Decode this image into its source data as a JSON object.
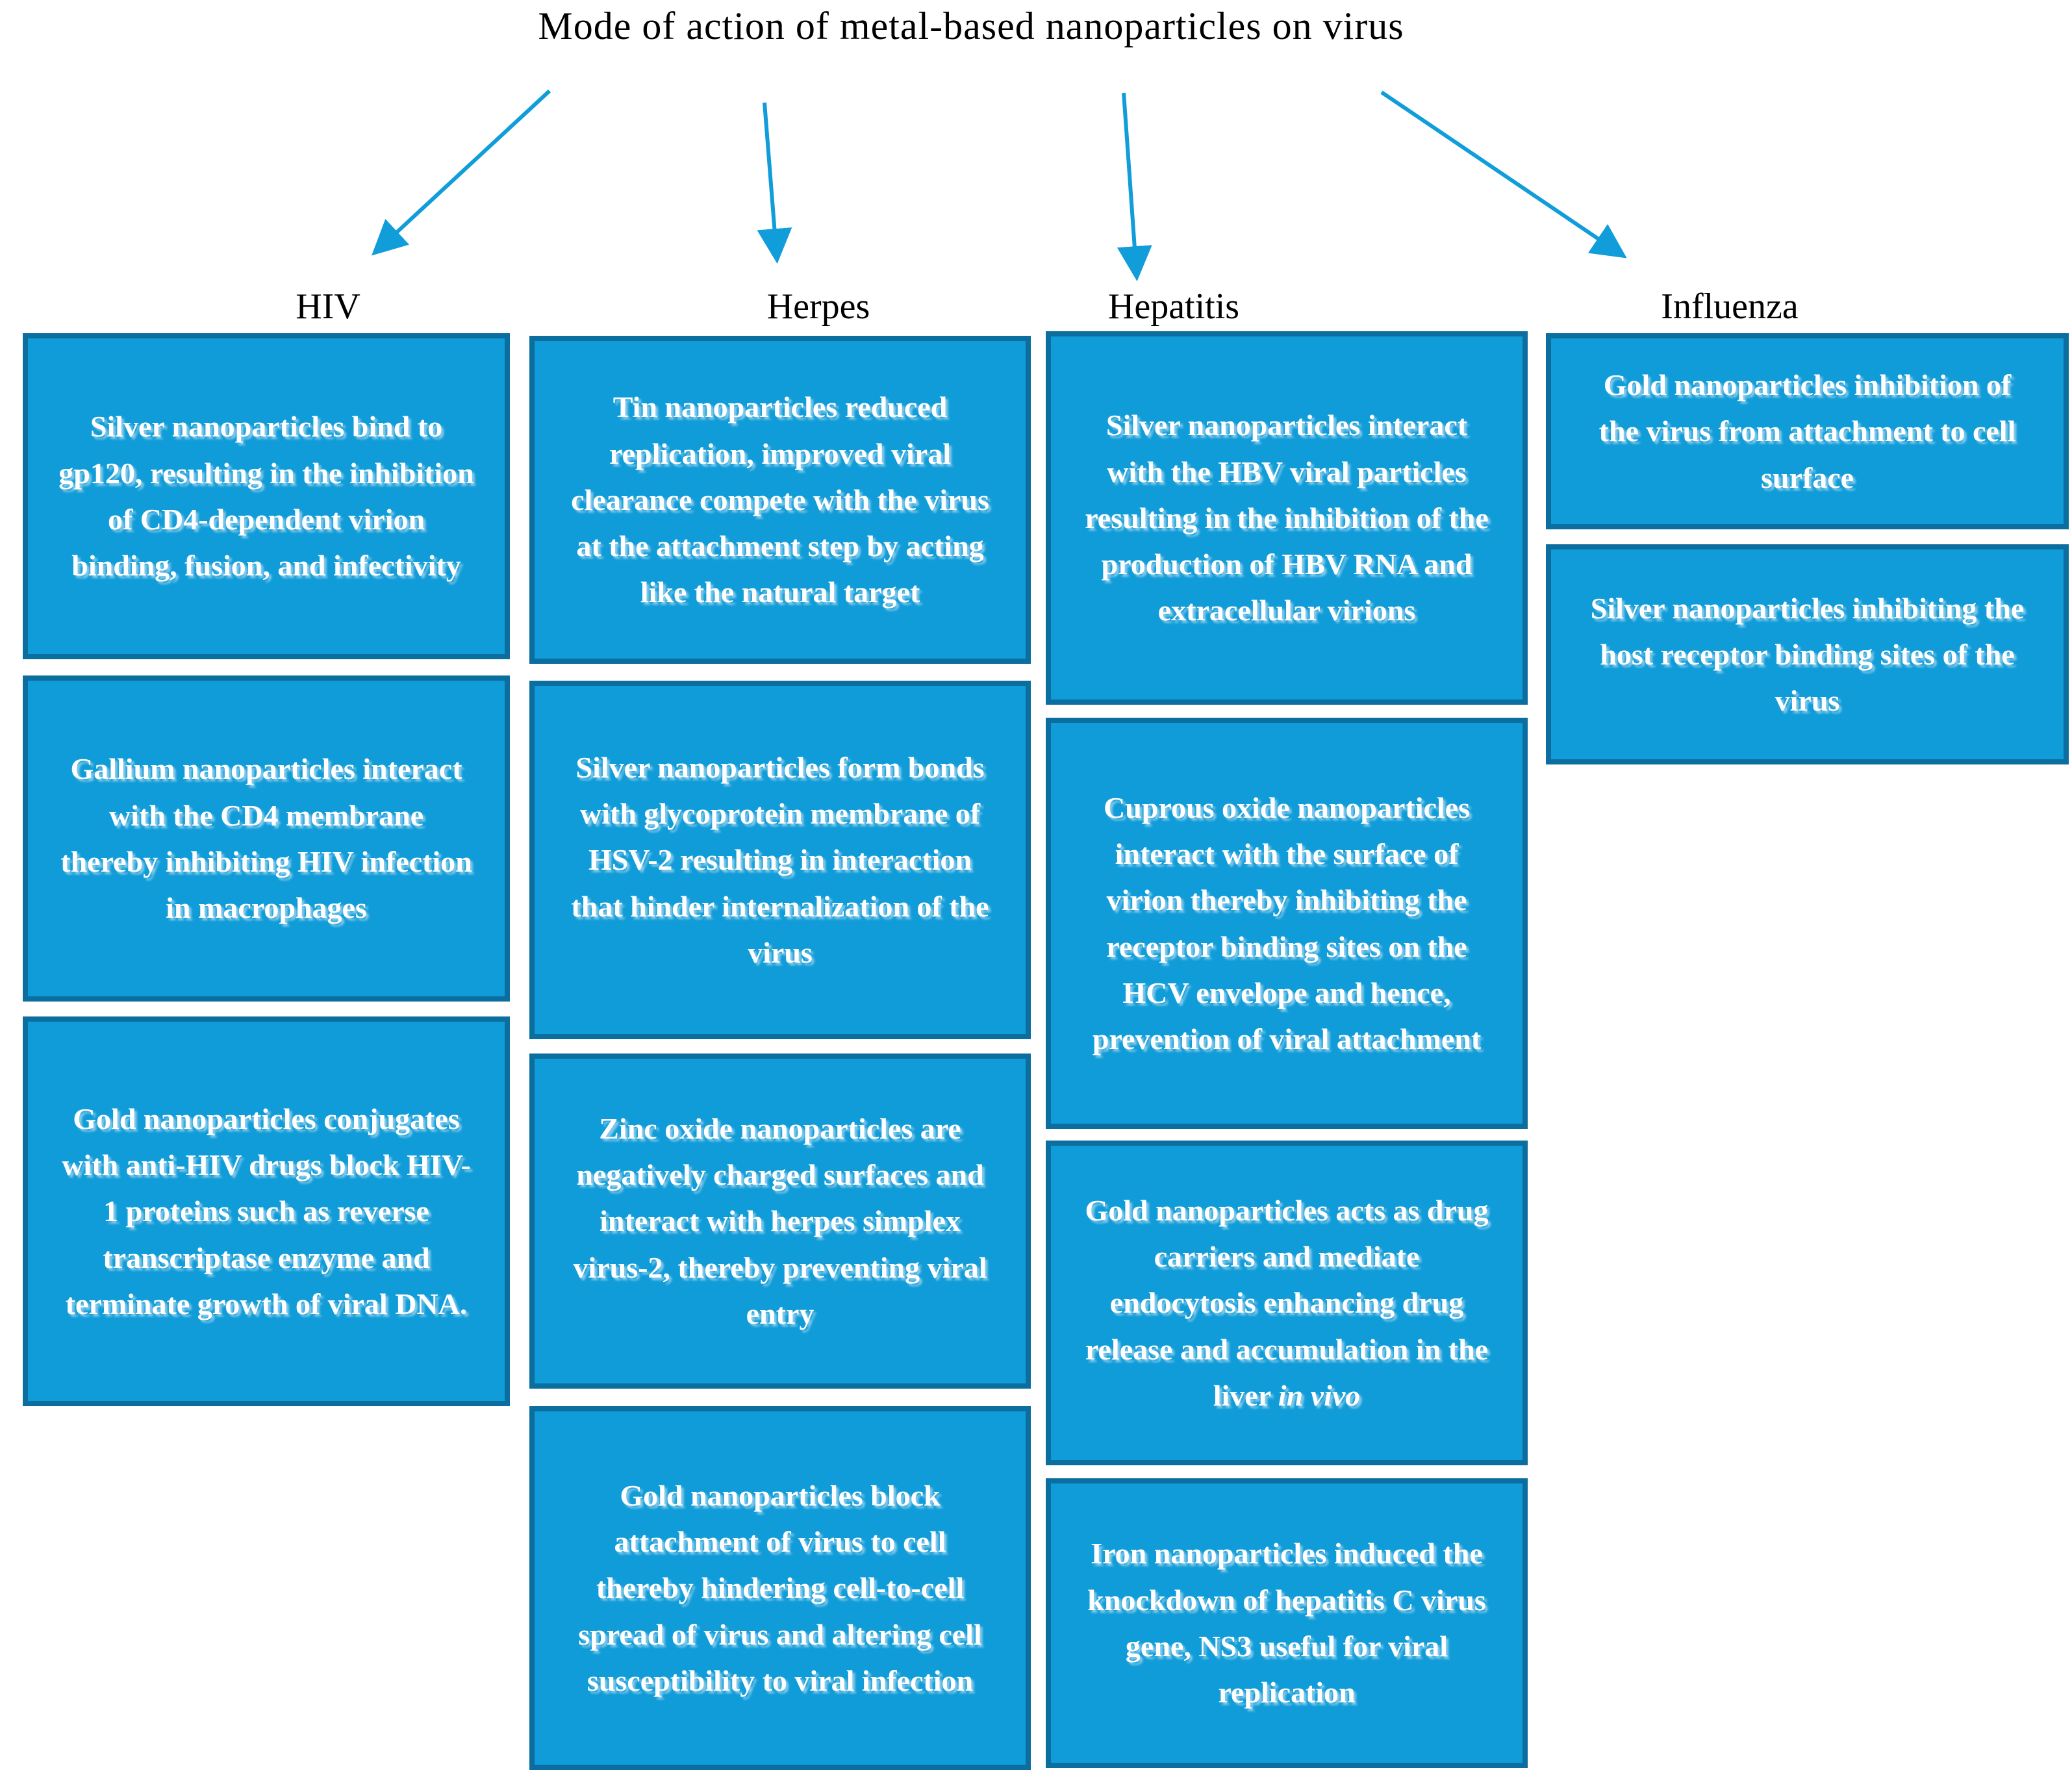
{
  "title": "Mode of action of metal-based nanoparticles on virus",
  "colors": {
    "box_fill": "#0F9CD8",
    "box_border": "#0C6E9E",
    "arrow": "#109DD9",
    "box_text": "#FFFFFF",
    "heading_text": "#000000",
    "background": "#FFFFFF"
  },
  "columns": [
    {
      "header": "HIV",
      "boxes": [
        {
          "text": "Silver nanoparticles bind to gp120, resulting in the inhibition of CD4-dependent virion binding, fusion, and infectivity"
        },
        {
          "text": "Gallium nanoparticles interact with the CD4 membrane thereby inhibiting HIV infection in macrophages"
        },
        {
          "text": "Gold nanoparticles conjugates with anti-HIV drugs block HIV-1 proteins such as reverse transcriptase enzyme and terminate growth of viral DNA."
        }
      ]
    },
    {
      "header": "Herpes",
      "boxes": [
        {
          "text": "Tin nanoparticles reduced replication, improved viral clearance compete with the virus at the attachment step by acting like the natural target"
        },
        {
          "text": "Silver nanoparticles form bonds with glycoprotein membrane of HSV-2 resulting in interaction that hinder internalization of the virus"
        },
        {
          "text": "Zinc oxide nanoparticles are negatively charged surfaces and interact with herpes simplex virus-2, thereby preventing viral entry"
        },
        {
          "text": "Gold nanoparticles block attachment of virus to cell thereby hindering cell-to-cell spread of virus and altering cell susceptibility to viral infection"
        }
      ]
    },
    {
      "header": "Hepatitis",
      "boxes": [
        {
          "text": "Silver nanoparticles interact with the HBV viral particles resulting in the inhibition of the production of HBV RNA and extracellular virions"
        },
        {
          "text": "Cuprous oxide nanoparticles interact with the surface of virion thereby inhibiting the receptor binding sites on the HCV envelope and hence, prevention of viral attachment"
        },
        {
          "text": "Gold nanoparticles acts as drug carriers and mediate endocytosis enhancing drug release and accumulation in the liver ",
          "italic": "in vivo"
        },
        {
          "text": "Iron nanoparticles induced the knockdown of hepatitis C virus gene, NS3 useful for viral replication"
        }
      ]
    },
    {
      "header": "Influenza",
      "boxes": [
        {
          "text": "Gold nanoparticles inhibition of the virus from attachment to cell surface"
        },
        {
          "text": "Silver nanoparticles inhibiting the host receptor binding sites of the virus"
        }
      ]
    }
  ]
}
